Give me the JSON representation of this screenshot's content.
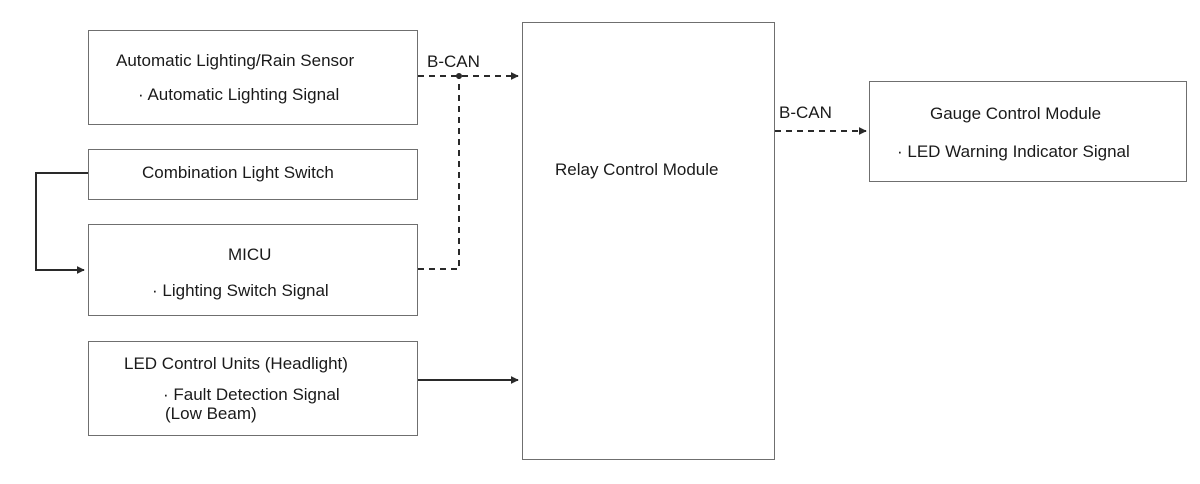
{
  "boxes": {
    "auto_light": {
      "title": "Automatic Lighting/Rain Sensor",
      "signal": "· Automatic Lighting Signal"
    },
    "combo_switch": {
      "title": "Combination Light Switch"
    },
    "micu": {
      "title": "MICU",
      "signal": "· Lighting Switch Signal"
    },
    "led_units": {
      "title": "LED Control Units (Headlight)",
      "signal_line1": "· Fault Detection Signal",
      "signal_line2": "(Low Beam)"
    },
    "relay": {
      "title": "Relay Control Module"
    },
    "gauge": {
      "title": "Gauge Control Module",
      "signal": "· LED Warning Indicator Signal"
    }
  },
  "connections": {
    "bcan_left": "B-CAN",
    "bcan_right": "B-CAN"
  }
}
